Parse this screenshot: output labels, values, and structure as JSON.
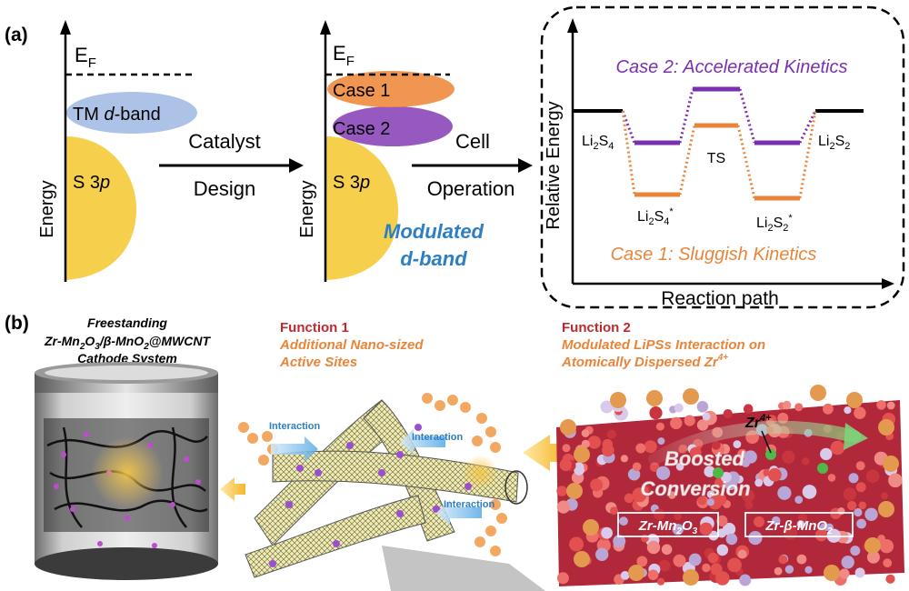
{
  "panel_a": {
    "label": "(a)",
    "diagram1": {
      "ef_base": "E",
      "ef_sub": "F",
      "axis_label": "Energy",
      "dband_prefix": "TM ",
      "dband_italic": "d",
      "dband_suffix": "-band",
      "s3p_prefix": "S 3",
      "s3p_italic": "p"
    },
    "arrow1": {
      "line1": "Catalyst",
      "line2": "Design"
    },
    "diagram2": {
      "ef_base": "E",
      "ef_sub": "F",
      "axis_label": "Energy",
      "case1": "Case 1",
      "case2": "Case 2",
      "s3p_prefix": "S 3",
      "s3p_italic": "p",
      "modulated_line1": "Modulated",
      "modulated_line2": "d-band"
    },
    "arrow2": {
      "line1": "Cell",
      "line2": "Operation"
    },
    "energy_plot": {
      "case2_title": "Case 2: Accelerated Kinetics",
      "case1_title": "Case 1: Sluggish Kinetics",
      "ylabel": "Relative Energy",
      "xlabel": "Reaction path",
      "label_li2s4": {
        "base": "Li",
        "s1": "2",
        "mid": "S",
        "s2": "4",
        "sup": ""
      },
      "label_li2s4_star": {
        "base": "Li",
        "s1": "2",
        "mid": "S",
        "s2": "4",
        "sup": "*"
      },
      "label_ts": "TS",
      "label_li2s2": {
        "base": "Li",
        "s1": "2",
        "mid": "S",
        "s2": "2",
        "sup": ""
      },
      "label_li2s2_star": {
        "base": "Li",
        "s1": "2",
        "mid": "S",
        "s2": "2",
        "sup": "*"
      },
      "colors": {
        "case1": "#E8853A",
        "case2": "#7A2FAE",
        "reference": "#000000"
      }
    }
  },
  "panel_b": {
    "label": "(b)",
    "title_line1": "Freestanding",
    "title_formula": {
      "a": "Zr-Mn",
      "a_sub": "2",
      "b": "O",
      "b_sub": "3",
      "c": "/β-MnO",
      "c_sub": "2",
      "d": "@MWCNT"
    },
    "title_line3": "Cathode System",
    "function1": {
      "heading": "Function 1",
      "line1": "Additional Nano-sized",
      "line2": "Active Sites",
      "interaction_labels": [
        "Interaction",
        "Interaction",
        "Interaction"
      ]
    },
    "function2": {
      "heading": "Function 2",
      "line1": "Modulated LiPSs Interaction on",
      "line2_prefix": "Atomically Dispersed Zr",
      "line2_sup": "4+",
      "zr_base": "Zr",
      "zr_sup": "4+",
      "boosted_line1": "Boosted",
      "boosted_line2": "Conversion",
      "box1": {
        "a": "Zr-Mn",
        "a_sub": "2",
        "b": "O",
        "b_sub": "3"
      },
      "box2": {
        "a": "Zr-β-MnO",
        "a_sub": "2"
      }
    },
    "colors": {
      "function_heading": "#C0282D",
      "function_text": "#E8853A",
      "modulated": "#2E7FC1",
      "interaction": "#2E7FC1"
    }
  }
}
